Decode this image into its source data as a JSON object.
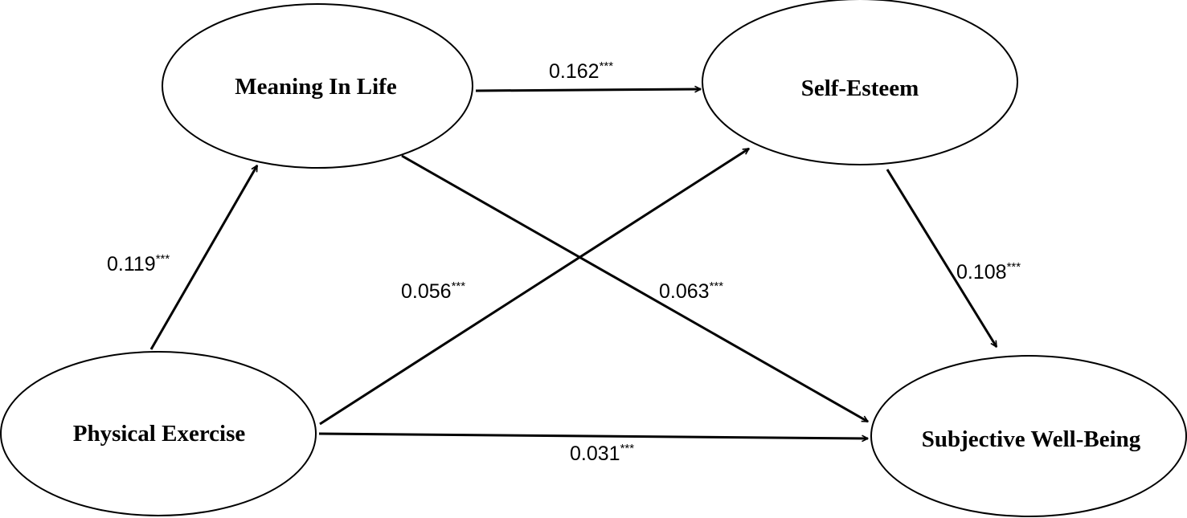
{
  "nodes": {
    "meaning_in_life": "Meaning In Life",
    "self_esteem": "Self-Esteem",
    "physical_exercise": "Physical Exercise",
    "subjective_well_being": "Subjective Well-Being"
  },
  "paths": {
    "pe_to_mil": {
      "coef": "0.119",
      "sig": "***"
    },
    "mil_to_se": {
      "coef": "0.162",
      "sig": "***"
    },
    "pe_to_se": {
      "coef": "0.056",
      "sig": "***"
    },
    "mil_to_swb": {
      "coef": "0.063",
      "sig": "***"
    },
    "se_to_swb": {
      "coef": "0.108",
      "sig": "***"
    },
    "pe_to_swb": {
      "coef": "0.031",
      "sig": "***"
    }
  },
  "colors": {
    "stroke": "#000000",
    "background": "#ffffff"
  }
}
